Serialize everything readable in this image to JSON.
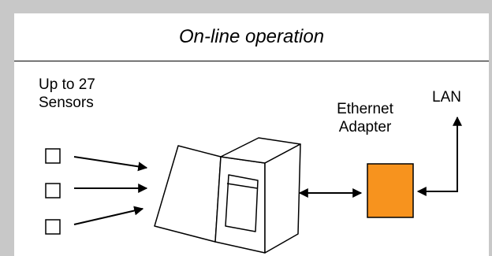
{
  "title": "On-line operation",
  "sensors_label": {
    "line1": "Up to 27",
    "line2": "Sensors"
  },
  "adapter_label": {
    "line1": "Ethernet",
    "line2": "Adapter"
  },
  "lan_label": "LAN",
  "colors": {
    "frame": "#c8c8c8",
    "adapter": "#f7931e",
    "stroke": "#000000",
    "background": "#ffffff"
  }
}
